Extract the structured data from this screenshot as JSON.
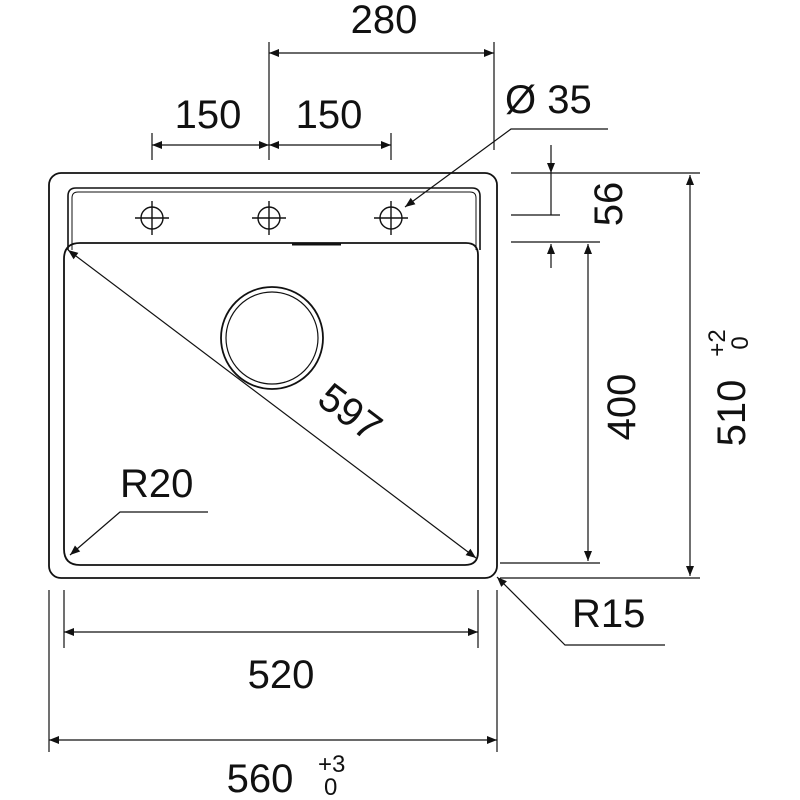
{
  "dimensions": {
    "top_spacing": "280",
    "tap_left_spacing": "150",
    "tap_right_spacing": "150",
    "hole_diameter": "Ø 35",
    "ledge_depth": "56",
    "bowl_depth": "400",
    "overall_depth": "510",
    "overall_depth_tol_upper": "+2",
    "overall_depth_tol_lower": "0",
    "diagonal": "597",
    "inner_radius": "R20",
    "outer_radius": "R15",
    "bowl_width": "520",
    "overall_width": "560",
    "overall_width_tol_upper": "+3",
    "overall_width_tol_lower": "0"
  },
  "colors": {
    "line": "#111111",
    "background": "#ffffff"
  }
}
